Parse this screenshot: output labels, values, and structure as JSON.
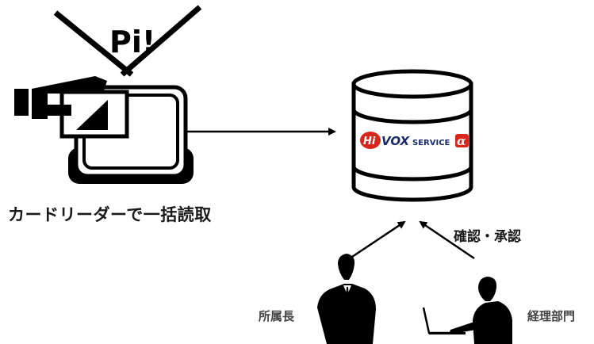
{
  "sound_effect": "Pi!",
  "db_logo": {
    "badge": "Hi",
    "brand": "VOX",
    "service": "SERVICE",
    "alpha": "α",
    "colors": {
      "badge": "#d9261c",
      "brand": "#1a2a6c"
    }
  },
  "labels": {
    "card_reader": "カードリーダーで一括読取",
    "confirm_approve": "確認・承認",
    "manager": "所属長",
    "accounting": "経理部門"
  },
  "colors": {
    "ink": "#000000",
    "text": "#1a1a1a"
  }
}
